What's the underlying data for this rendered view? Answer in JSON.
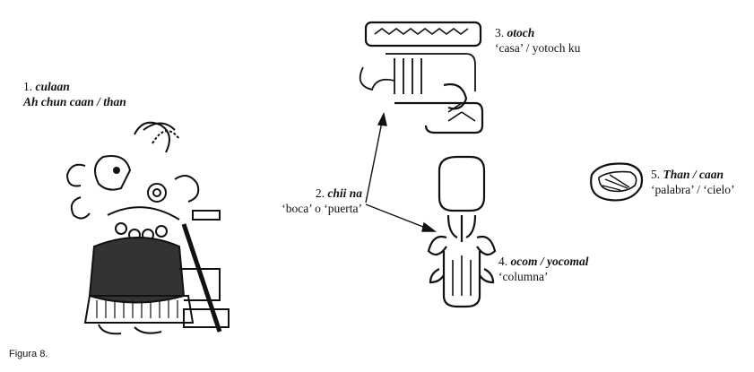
{
  "labels": {
    "culaan": {
      "number": "1.",
      "term": "culaan",
      "subtitle": "Ah chun caan / than"
    },
    "chii_na": {
      "number": "2.",
      "term": "chii na",
      "gloss": "‘boca’ o ‘puerta’"
    },
    "otoch": {
      "number": "3.",
      "term": "otoch",
      "gloss": "‘casa’ / yotoch ku"
    },
    "ocom": {
      "number": "4.",
      "term": "ocom / yocomal",
      "gloss": "‘columna’"
    },
    "than": {
      "number": "5.",
      "term": "Than / caan",
      "gloss": "‘palabra’ / ‘cielo’"
    }
  },
  "caption": "Figura 8."
}
